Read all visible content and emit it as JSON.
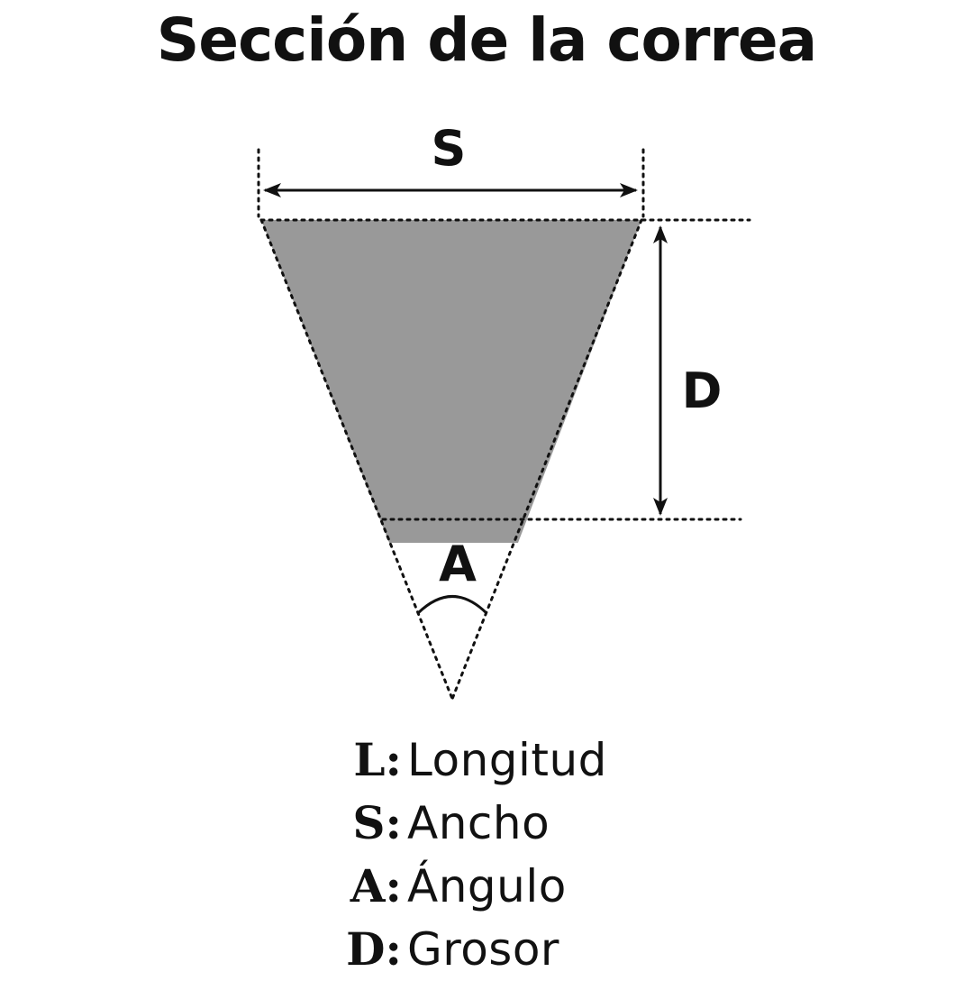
{
  "title": "Sección de la correa",
  "diagram": {
    "width_label": "S",
    "thickness_label": "D",
    "angle_label": "A",
    "colors": {
      "belt_fill": "#999999",
      "lines": "#111111",
      "background": "#ffffff"
    }
  },
  "legend": [
    {
      "key": "L:",
      "value": "Longitud"
    },
    {
      "key": "S:",
      "value": "Ancho"
    },
    {
      "key": "A:",
      "value": "Ángulo"
    },
    {
      "key": "D:",
      "value": "Grosor"
    }
  ]
}
